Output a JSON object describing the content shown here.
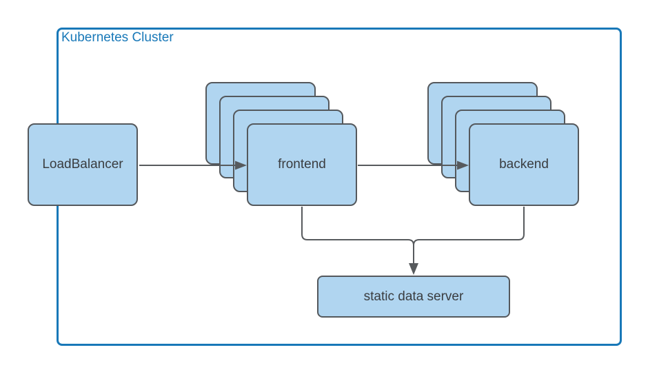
{
  "diagram": {
    "cluster": {
      "label": "Kubernetes Cluster"
    },
    "nodes": {
      "load_balancer": {
        "label": "LoadBalancer",
        "replicas": 1
      },
      "frontend": {
        "label": "frontend",
        "replicas": 4
      },
      "backend": {
        "label": "backend",
        "replicas": 4
      },
      "static_data_server": {
        "label": "static data server",
        "replicas": 1
      }
    },
    "edges": [
      {
        "from": "load_balancer",
        "to": "frontend"
      },
      {
        "from": "frontend",
        "to": "backend"
      },
      {
        "from": "frontend",
        "to": "static_data_server"
      },
      {
        "from": "backend",
        "to": "static_data_server"
      }
    ],
    "colors": {
      "node_fill": "#b0d5f0",
      "node_border": "#54585c",
      "node_text": "#3a3d40",
      "cluster_border": "#1878b8",
      "cluster_label_color": "#1878b8",
      "connector": "#575a5d",
      "background": "#ffffff"
    }
  }
}
